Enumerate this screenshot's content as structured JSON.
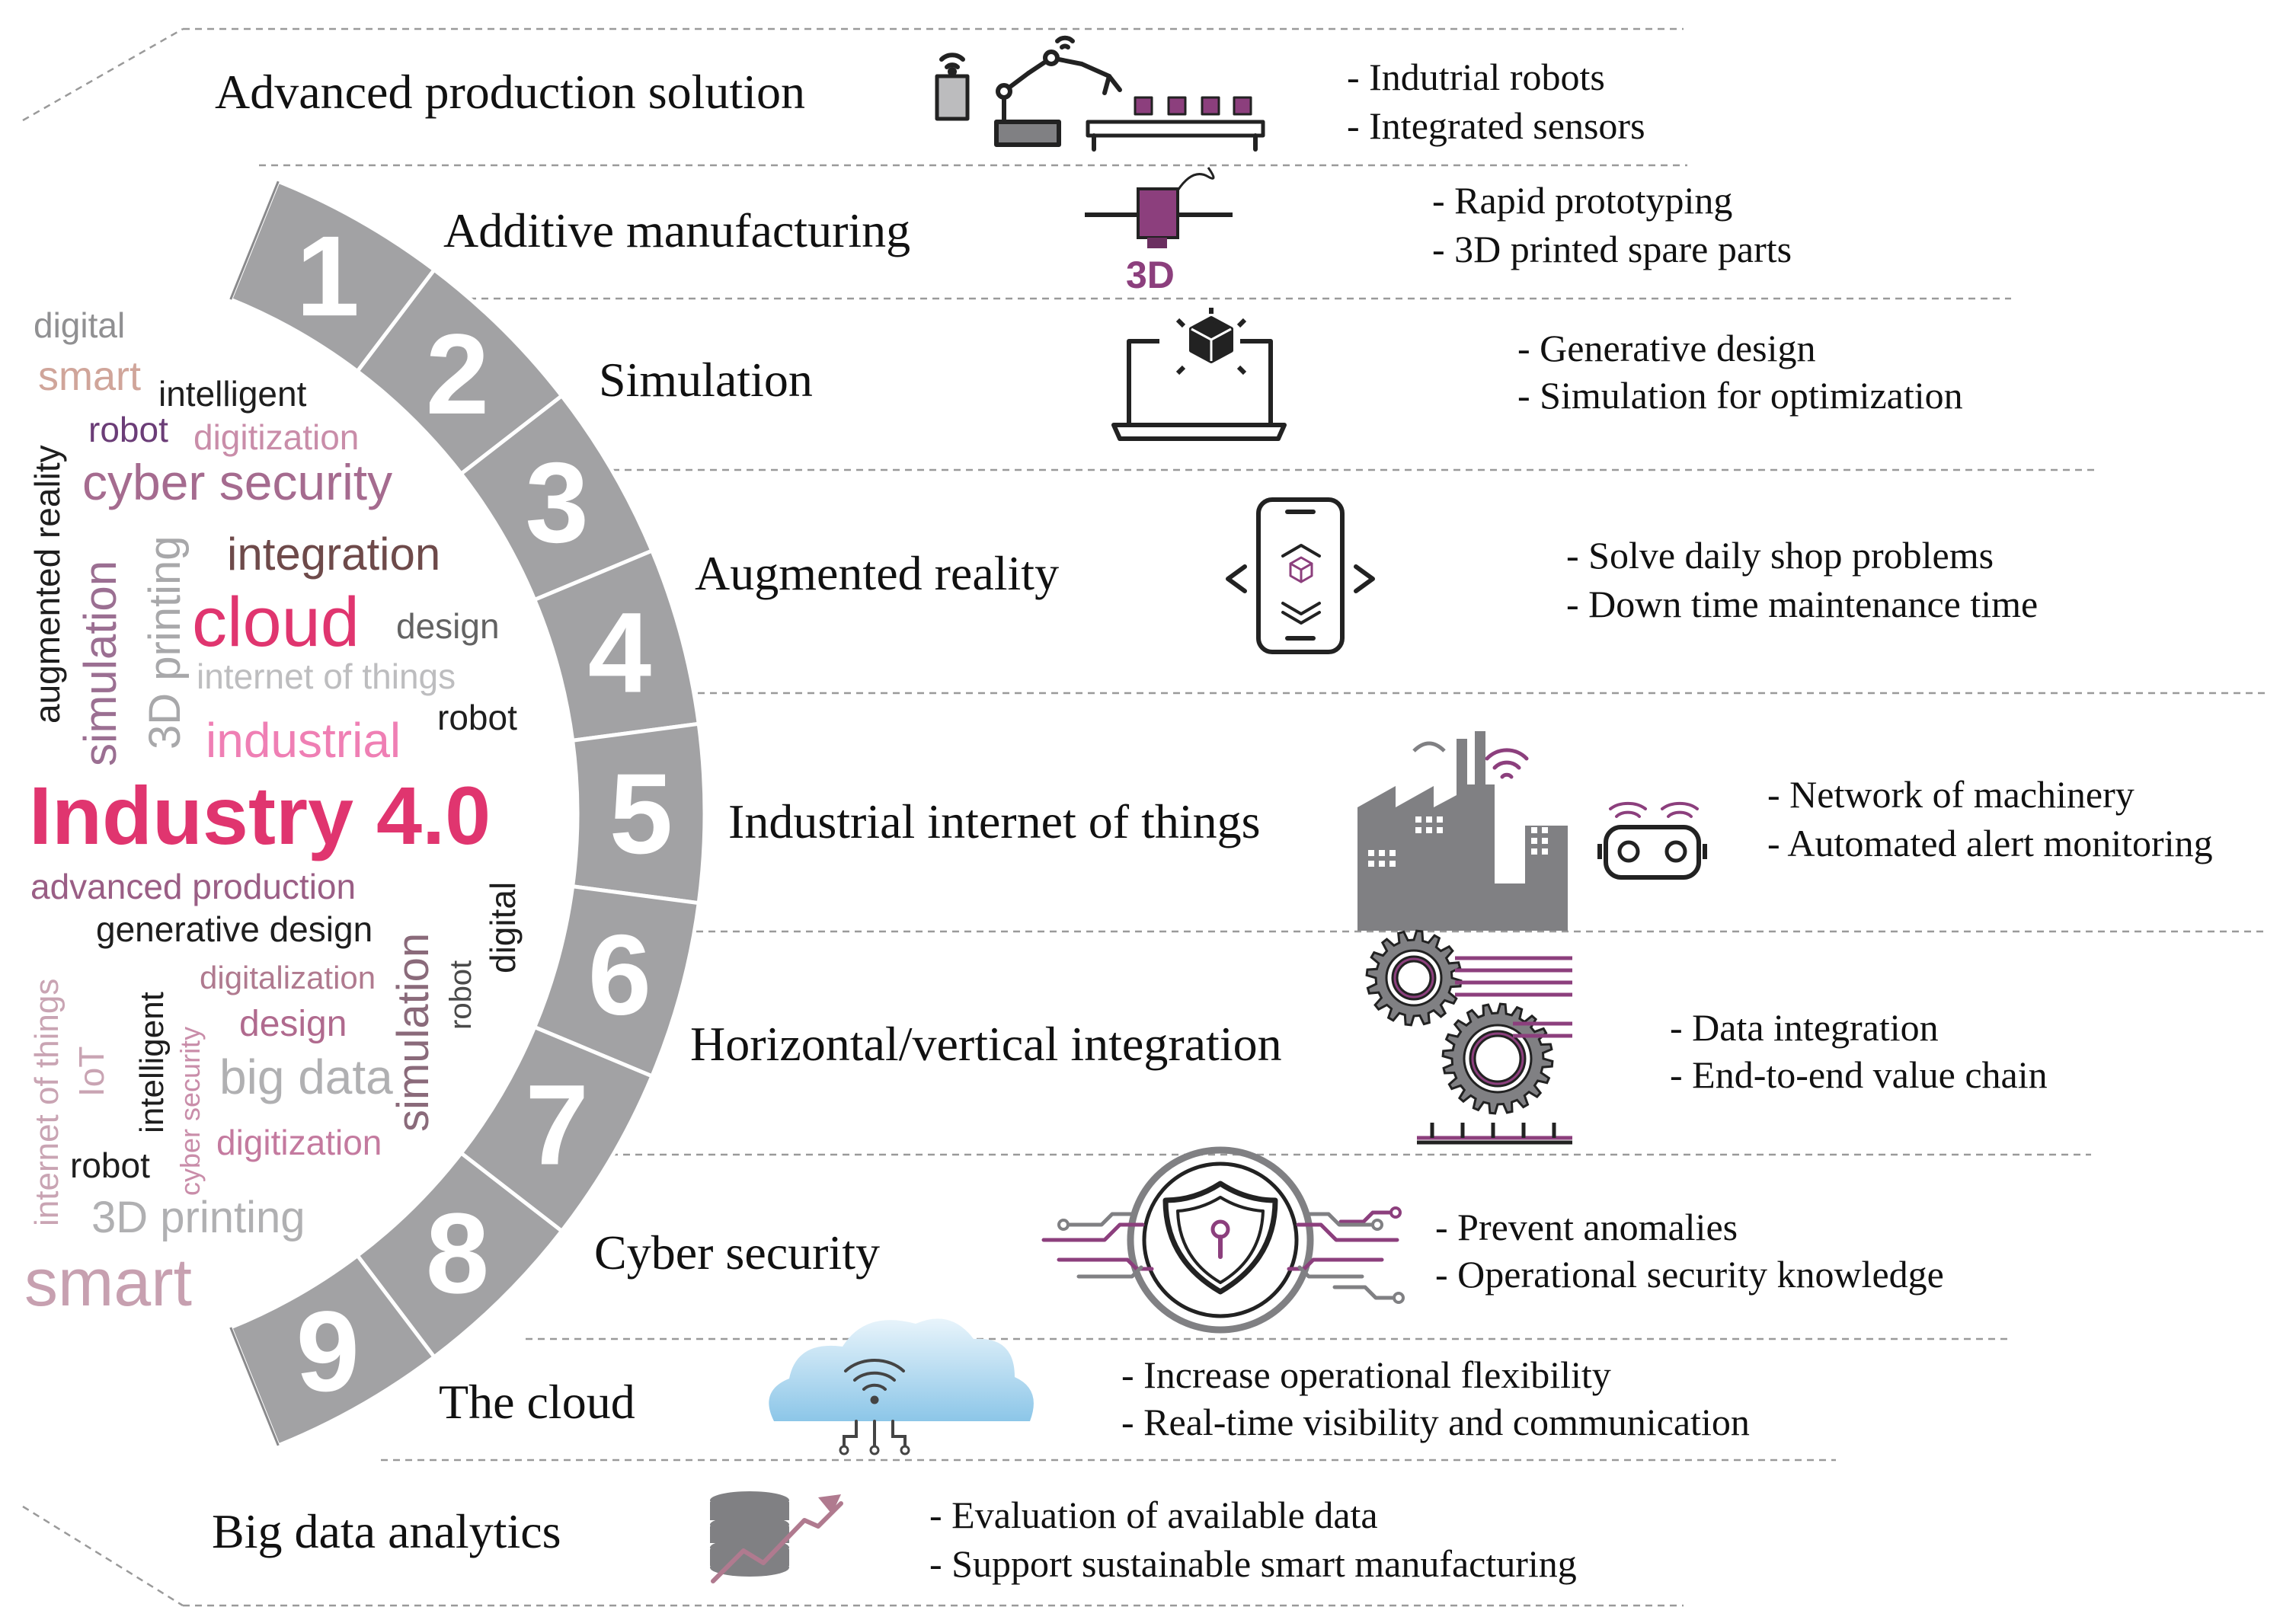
{
  "center_title": "Industry 4.0",
  "colors": {
    "ring": "#a2a2a4",
    "ring_edge": "#8a8a8c",
    "number": "#ffffff",
    "accent_pink": "#e0356f",
    "accent_purple": "#8c3f7d",
    "icon_gray": "#808083",
    "icon_dark": "#222222",
    "divider": "#9a9a9a",
    "cloud_blue": "#9fd0ec"
  },
  "items": [
    {
      "number": "1",
      "title": "Advanced production solution",
      "icon": "robot-arm-conveyor-icon",
      "bullets": [
        "- Indutrial robots",
        "- Integrated sensors"
      ]
    },
    {
      "number": "2",
      "title": "Additive manufacturing",
      "icon": "3d-printer-icon",
      "icon_label": "3D",
      "bullets": [
        "- Rapid prototyping",
        "- 3D printed spare parts"
      ]
    },
    {
      "number": "3",
      "title": "Simulation",
      "icon": "laptop-cube-icon",
      "bullets": [
        "- Generative design",
        "- Simulation for optimization"
      ]
    },
    {
      "number": "4",
      "title": "Augmented reality",
      "icon": "smartphone-ar-icon",
      "bullets": [
        "- Solve daily shop problems",
        "- Down time maintenance time"
      ]
    },
    {
      "number": "5",
      "title": "Industrial internet of things",
      "icon": "factory-wireless-icon",
      "bullets": [
        "- Network of machinery",
        "- Automated alert monitoring"
      ]
    },
    {
      "number": "6",
      "title": "Horizontal/vertical integration",
      "icon": "gears-integration-icon",
      "bullets": [
        "- Data integration",
        "- End-to-end value chain"
      ]
    },
    {
      "number": "7",
      "title": "Cyber security",
      "icon": "shield-circuit-icon",
      "bullets": [
        "- Prevent anomalies",
        "- Operational security knowledge"
      ]
    },
    {
      "number": "8",
      "title": "The cloud",
      "icon": "cloud-wifi-icon",
      "bullets": [
        "- Increase operational flexibility",
        "- Real-time visibility and communication"
      ]
    },
    {
      "number": "9",
      "title": "Big data analytics",
      "icon": "database-chart-icon",
      "bullets": [
        "- Evaluation of available data",
        "- Support sustainable smart manufacturing"
      ]
    }
  ],
  "word_cloud": [
    {
      "text": "digital",
      "color": "#909092"
    },
    {
      "text": "smart",
      "color": "#d0a59a"
    },
    {
      "text": "intelligent",
      "color": "#1e1e1e"
    },
    {
      "text": "robot",
      "color": "#6b3d77"
    },
    {
      "text": "digitization",
      "color": "#c98da9"
    },
    {
      "text": "cyber security",
      "color": "#a56b8f"
    },
    {
      "text": "augmented reality",
      "color": "#1e1e1e"
    },
    {
      "text": "simulation",
      "color": "#9b6f92"
    },
    {
      "text": "3D printing",
      "color": "#a8a8aa"
    },
    {
      "text": "integration",
      "color": "#6e4a4a"
    },
    {
      "text": "cloud",
      "color": "#e0356f"
    },
    {
      "text": "design",
      "color": "#636363"
    },
    {
      "text": "internet of things",
      "color": "#bdbdbf"
    },
    {
      "text": "industrial",
      "color": "#ef7fb4"
    },
    {
      "text": "robot",
      "color": "#1e1e1e"
    },
    {
      "text": "advanced production",
      "color": "#9a5e85"
    },
    {
      "text": "generative design",
      "color": "#1e1e1e"
    },
    {
      "text": "digital",
      "color": "#1e1e1e"
    },
    {
      "text": "simulation",
      "color": "#8a6a7a"
    },
    {
      "text": "robot",
      "color": "#4a4a4a"
    },
    {
      "text": "digitalization",
      "color": "#b07a8f"
    },
    {
      "text": "design",
      "color": "#b06a8e"
    },
    {
      "text": "big data",
      "color": "#b0b0b2"
    },
    {
      "text": "intelligent",
      "color": "#1e1e1e"
    },
    {
      "text": "cyber security",
      "color": "#c98da9"
    },
    {
      "text": "IoT",
      "color": "#c9a4b3"
    },
    {
      "text": "internet of things",
      "color": "#c9a4b3"
    },
    {
      "text": "digitization",
      "color": "#c47a9f"
    },
    {
      "text": "robot",
      "color": "#1e1e1e"
    },
    {
      "text": "3D printing",
      "color": "#b0b0b2"
    },
    {
      "text": "smart",
      "color": "#c7a0b0"
    }
  ]
}
